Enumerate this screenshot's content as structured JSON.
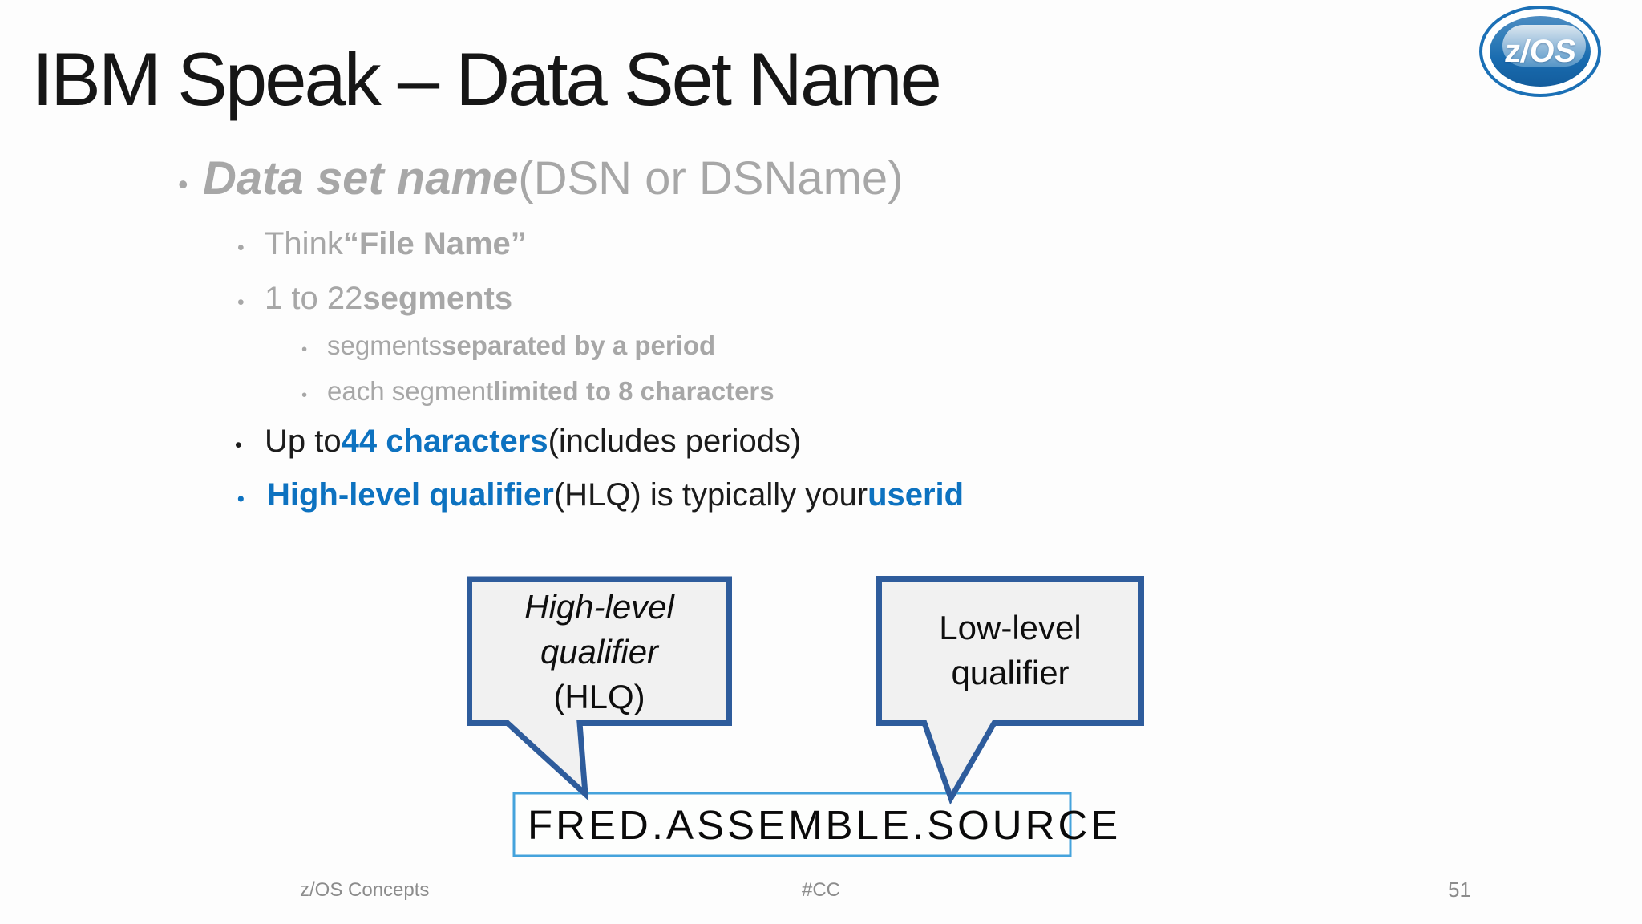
{
  "header": {
    "title": "IBM Speak – Data Set Name",
    "logo_text": "z/OS"
  },
  "bullet_char": "•",
  "bullets": [
    {
      "segments": [
        "Data set name",
        " (DSN or DSName)"
      ]
    },
    {
      "segments": [
        "Think ",
        "“File Name”"
      ]
    },
    {
      "segments": [
        "1 to 22 ",
        "segments"
      ]
    },
    {
      "segments": [
        "segments ",
        "separated by a period"
      ]
    },
    {
      "segments": [
        "each segment ",
        "limited to 8 characters"
      ]
    },
    {
      "segments": [
        "Up to ",
        "44 characters",
        " (includes periods)"
      ]
    },
    {
      "segments": [
        "High-level qualifier",
        " (HLQ) is typically your ",
        "userid"
      ]
    }
  ],
  "diagram": {
    "hlq": {
      "lines": [
        "High-level",
        "qualifier",
        "(HLQ)"
      ]
    },
    "llq": {
      "lines": [
        "Low-level",
        "qualifier"
      ]
    },
    "dataset_name": "FRED.ASSEMBLE.SOURCE"
  },
  "footer": {
    "left": "z/OS Concepts",
    "center": "#CC",
    "page": "51"
  },
  "colors": {
    "accent_blue": "#0d72c0",
    "callout_border": "#2e5c9c",
    "callout_fill": "#f1f1f1",
    "dsn_box_border": "#45a3dc",
    "muted_gray": "#a7a7a7",
    "footer_gray": "#8c8c8c",
    "logo_blue": "#1b70b6"
  }
}
